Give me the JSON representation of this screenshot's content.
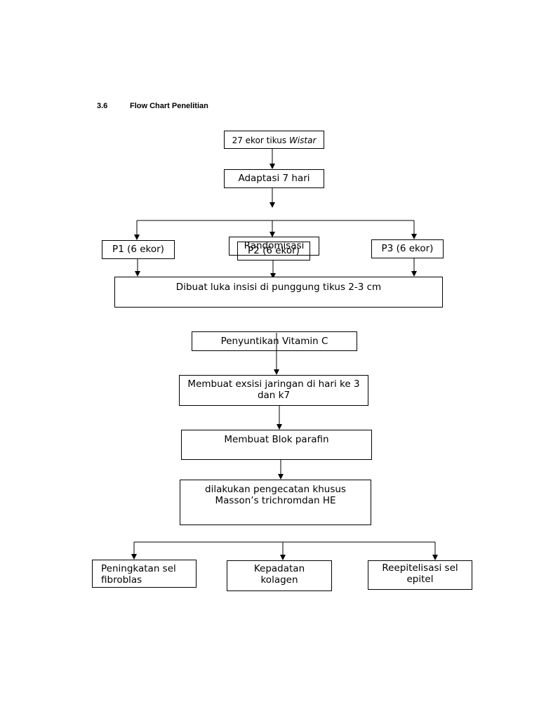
{
  "section": {
    "number": "3.6",
    "title": "Flow Chart Penelitian"
  },
  "flowchart": {
    "subjects": {
      "prefix": "27 ekor tikus ",
      "italic": "Wistar"
    },
    "adaptation": "Adaptasi 7 hari",
    "randomization": "Randomisasi",
    "groups": [
      "P1 (6 ekor)",
      "P2 (6 ekor)",
      "P3 (6 ekor)"
    ],
    "incision": "Dibuat luka insisi di punggung tikus 2-3 cm",
    "injection": "Penyuntikan Vitamin C",
    "excision": "Membuat exsisi jaringan di hari ke 3 dan k7",
    "paraffin": "Membuat Blok parafin",
    "staining": "dilakukan pengecatan khusus Masson’s trichromdan HE",
    "outcomes": [
      "Peningkatan sel fibroblas",
      "Kepadatan kolagen",
      "Reepitelisasi sel epitel"
    ]
  }
}
